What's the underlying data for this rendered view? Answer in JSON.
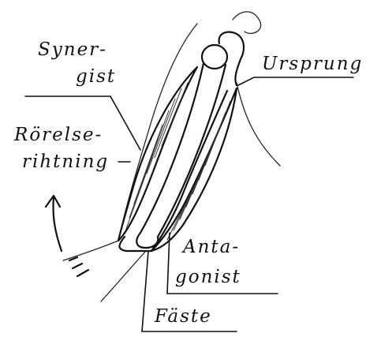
{
  "labels": {
    "synergist_line1": "Syner-",
    "synergist_line2": "gist",
    "movement_line1": "Rörelse-",
    "movement_line2": "rihtning",
    "origin": "Ursprung",
    "antagonist_line1": "Anta-",
    "antagonist_line2": "gonist",
    "insertion": "Fäste"
  }
}
